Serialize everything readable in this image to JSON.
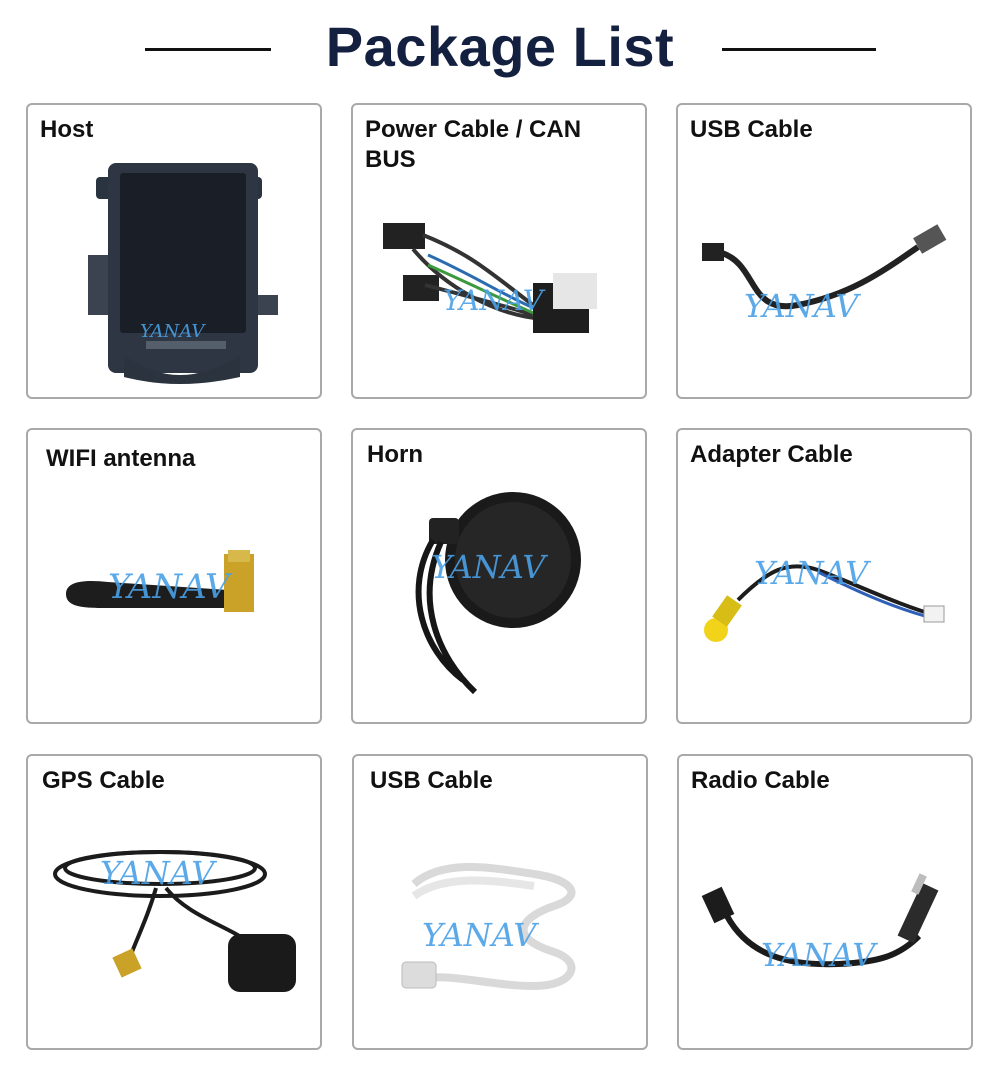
{
  "title": "Package List",
  "watermark": "YANAV",
  "items": [
    {
      "label": "Host",
      "icon": "car-head-unit-icon"
    },
    {
      "label": "Power Cable / CAN BUS",
      "icon": "wiring-harness-icon"
    },
    {
      "label": "USB Cable",
      "icon": "usb-cable-icon"
    },
    {
      "label": "WIFI antenna",
      "icon": "wifi-antenna-icon"
    },
    {
      "label": "Horn",
      "icon": "speaker-icon"
    },
    {
      "label": "Adapter Cable",
      "icon": "rca-adapter-cable-icon"
    },
    {
      "label": "GPS Cable",
      "icon": "gps-antenna-icon"
    },
    {
      "label": "USB Cable",
      "icon": "white-usb-cable-icon"
    },
    {
      "label": "Radio Cable",
      "icon": "radio-cable-icon"
    }
  ]
}
